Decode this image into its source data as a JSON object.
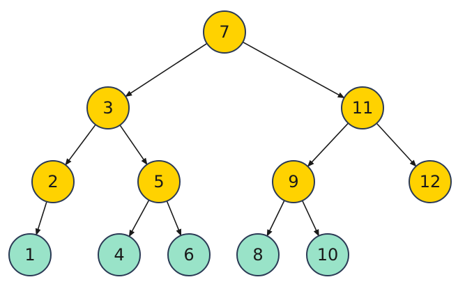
{
  "colors": {
    "internal_fill": "#ffd200",
    "leaf_fill": "#99e3c8",
    "outline": "#2b3a55",
    "edge": "#1a1a1a"
  },
  "nodes": [
    {
      "id": "n7",
      "label": "7",
      "kind": "internal"
    },
    {
      "id": "n3",
      "label": "3",
      "kind": "internal"
    },
    {
      "id": "n11",
      "label": "11",
      "kind": "internal"
    },
    {
      "id": "n2",
      "label": "2",
      "kind": "internal"
    },
    {
      "id": "n5",
      "label": "5",
      "kind": "internal"
    },
    {
      "id": "n9",
      "label": "9",
      "kind": "internal"
    },
    {
      "id": "n12",
      "label": "12",
      "kind": "internal"
    },
    {
      "id": "n1",
      "label": "1",
      "kind": "leaf"
    },
    {
      "id": "n4",
      "label": "4",
      "kind": "leaf"
    },
    {
      "id": "n6",
      "label": "6",
      "kind": "leaf"
    },
    {
      "id": "n8",
      "label": "8",
      "kind": "leaf"
    },
    {
      "id": "n10",
      "label": "10",
      "kind": "leaf"
    }
  ],
  "edges": [
    {
      "from": "n7",
      "to": "n3"
    },
    {
      "from": "n7",
      "to": "n11"
    },
    {
      "from": "n3",
      "to": "n2"
    },
    {
      "from": "n3",
      "to": "n5"
    },
    {
      "from": "n11",
      "to": "n9"
    },
    {
      "from": "n11",
      "to": "n12"
    },
    {
      "from": "n2",
      "to": "n1"
    },
    {
      "from": "n5",
      "to": "n4"
    },
    {
      "from": "n5",
      "to": "n6"
    },
    {
      "from": "n9",
      "to": "n8"
    },
    {
      "from": "n9",
      "to": "n10"
    }
  ]
}
